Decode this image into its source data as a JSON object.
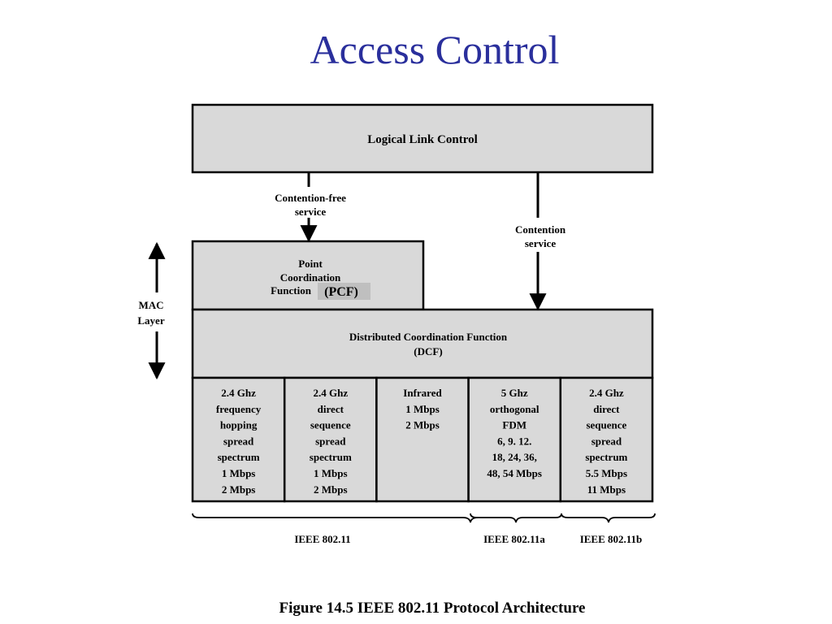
{
  "title": "Access Control",
  "llc": {
    "label": "Logical Link Control"
  },
  "contention_free": {
    "line1": "Contention-free",
    "line2": "service"
  },
  "contention": {
    "line1": "Contention",
    "line2": "service"
  },
  "pcf": {
    "line1": "Point",
    "line2": "Coordination",
    "line3": "Function",
    "abbr": "(PCF)"
  },
  "mac": {
    "line1": "MAC",
    "line2": "Layer"
  },
  "dcf": {
    "line1": "Distributed Coordination Function",
    "line2": "(DCF)"
  },
  "phy_columns": [
    {
      "lines": [
        "2.4 Ghz",
        "frequency",
        "hopping",
        "spread",
        "spectrum",
        "1 Mbps",
        "2 Mbps"
      ]
    },
    {
      "lines": [
        "2.4 Ghz",
        "direct",
        "sequence",
        "spread",
        "spectrum",
        "1 Mbps",
        "2 Mbps"
      ]
    },
    {
      "lines": [
        "Infrared",
        "1 Mbps",
        "2 Mbps"
      ]
    },
    {
      "lines": [
        "5 Ghz",
        "orthogonal",
        "FDM",
        "6, 9. 12.",
        "18, 24, 36,",
        "48, 54 Mbps"
      ]
    },
    {
      "lines": [
        "2.4 Ghz",
        "direct",
        "sequence",
        "spread",
        "spectrum",
        "5.5 Mbps",
        "11 Mbps"
      ]
    }
  ],
  "standards": [
    {
      "label": "IEEE 802.11"
    },
    {
      "label": "IEEE 802.11a"
    },
    {
      "label": "IEEE 802.11b"
    }
  ],
  "caption": "Figure 14.5   IEEE 802.11 Protocol Architecture"
}
